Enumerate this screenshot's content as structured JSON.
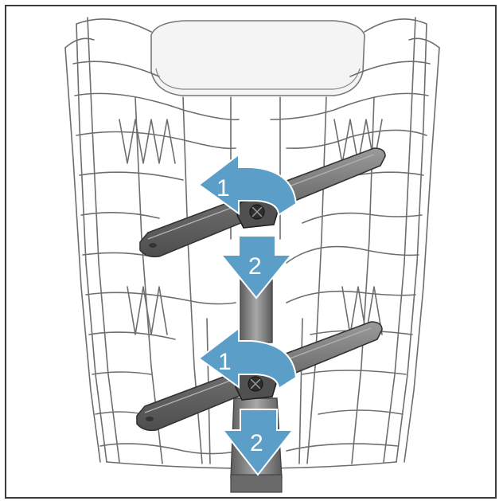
{
  "figure": {
    "subject": "dishwasher-basket-spray-arm-removal",
    "colors": {
      "arrow": "#5b9fc9",
      "wire": "#6e6e6e",
      "arm": "#7a7a7a",
      "background": "#ffffff"
    }
  },
  "steps": [
    {
      "label": "1",
      "action": "rotate"
    },
    {
      "label": "2",
      "action": "pull-down"
    },
    {
      "label": "1",
      "action": "rotate"
    },
    {
      "label": "2",
      "action": "pull-down"
    }
  ]
}
